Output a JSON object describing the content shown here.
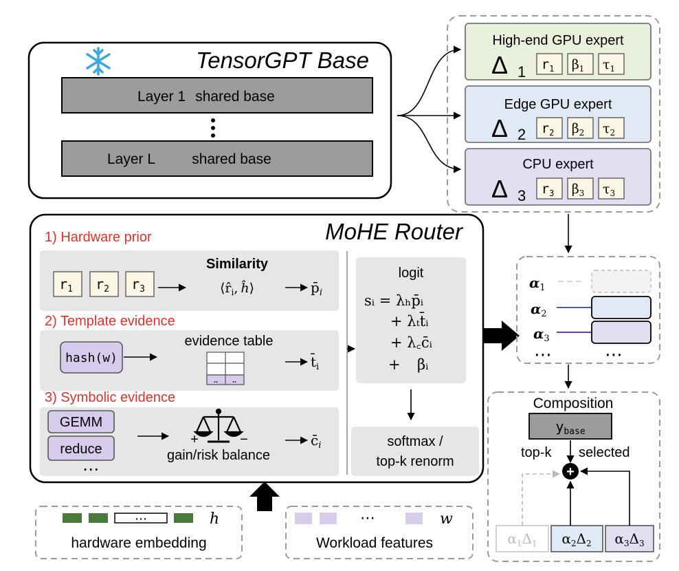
{
  "base": {
    "title": "TensorGPT Base",
    "layer_first": "Layer 1",
    "layer_first_tag": "shared base",
    "dots": "⋮",
    "layer_last": "Layer L",
    "layer_last_tag": "shared base"
  },
  "experts": [
    {
      "name": "High-end GPU expert",
      "delta": "Δ",
      "idx": "1",
      "r": "r",
      "beta": "β",
      "tau": "τ",
      "fill": "#e9f1dd"
    },
    {
      "name": "Edge GPU expert",
      "delta": "Δ",
      "idx": "2",
      "r": "r",
      "beta": "β",
      "tau": "τ",
      "fill": "#dfeaf6"
    },
    {
      "name": "CPU expert",
      "delta": "Δ",
      "idx": "3",
      "r": "r",
      "beta": "β",
      "tau": "τ",
      "fill": "#e3def1"
    }
  ],
  "router": {
    "title": "MoHE Router",
    "hw_prior": {
      "label": "1) Hardware prior",
      "tokens": [
        {
          "b": "r",
          "s": "1"
        },
        {
          "b": "r",
          "s": "2"
        },
        {
          "b": "r",
          "s": "3"
        }
      ],
      "similarity": "Similarity",
      "sim_lang": "⟨",
      "sim_r": "r̂",
      "sim_i": "i",
      "sim_comma": ",",
      "sim_h": "ĥ",
      "sim_rang": "⟩",
      "out_p": "p̄",
      "out_i": "i"
    },
    "template": {
      "label": "2) Template evidence",
      "hash": "hash(w)",
      "table_label": "evidence table",
      "cell": "..",
      "out_t": "t̄",
      "out_i": "i"
    },
    "symbolic": {
      "label": "3) Symbolic evidence",
      "ops": [
        "GEMM",
        "reduce"
      ],
      "more": "⋯",
      "plus": "+",
      "minus": "−",
      "balance": "gain/risk balance",
      "out_c": "c̄",
      "out_i": "i"
    },
    "logit": {
      "title": "logit",
      "line1": "sᵢ = λₕp̄ᵢ",
      "line2": "+ λₜt̄ᵢ",
      "line3": "+ λ꜀c̄ᵢ",
      "line4_plus": "+",
      "line4_beta": "βᵢ"
    },
    "softmax_1": "softmax /",
    "softmax_2": "top-k renorm"
  },
  "alphas": {
    "items": [
      {
        "sym": "α",
        "idx": "1"
      },
      {
        "sym": "α",
        "idx": "2"
      },
      {
        "sym": "α",
        "idx": "3"
      }
    ],
    "more": "⋯"
  },
  "composition": {
    "title": "Composition",
    "ybase": "y",
    "ybase_sub": "base",
    "topk": "top-k",
    "selected": "selected",
    "plus": "+",
    "terms": [
      {
        "a": "α",
        "ai": "1",
        "d": "Δ",
        "di": "1"
      },
      {
        "a": "α",
        "ai": "2",
        "d": "Δ",
        "di": "2"
      },
      {
        "a": "α",
        "ai": "3",
        "d": "Δ",
        "di": "3"
      }
    ]
  },
  "inputs": {
    "hw_dots": "⋯",
    "hw_sym": "h",
    "hw_label": "hardware embedding",
    "wl_dots": "⋯",
    "wl_sym": "w",
    "wl_label": "Workload features"
  },
  "colors": {
    "layer_fill": "#9c9c9c",
    "panel_fill": "#e6e6e6",
    "token_fill": "#fbf7e4",
    "purple_fill": "#d6cdec",
    "red_label": "#e0312a",
    "hw_green": "#4a7a3a",
    "wl_purple": "#d6cdec",
    "alpha2_line": "#3b5fc0",
    "alpha3_line": "#6a3fa8",
    "gray_text": "#b9b9b9"
  }
}
